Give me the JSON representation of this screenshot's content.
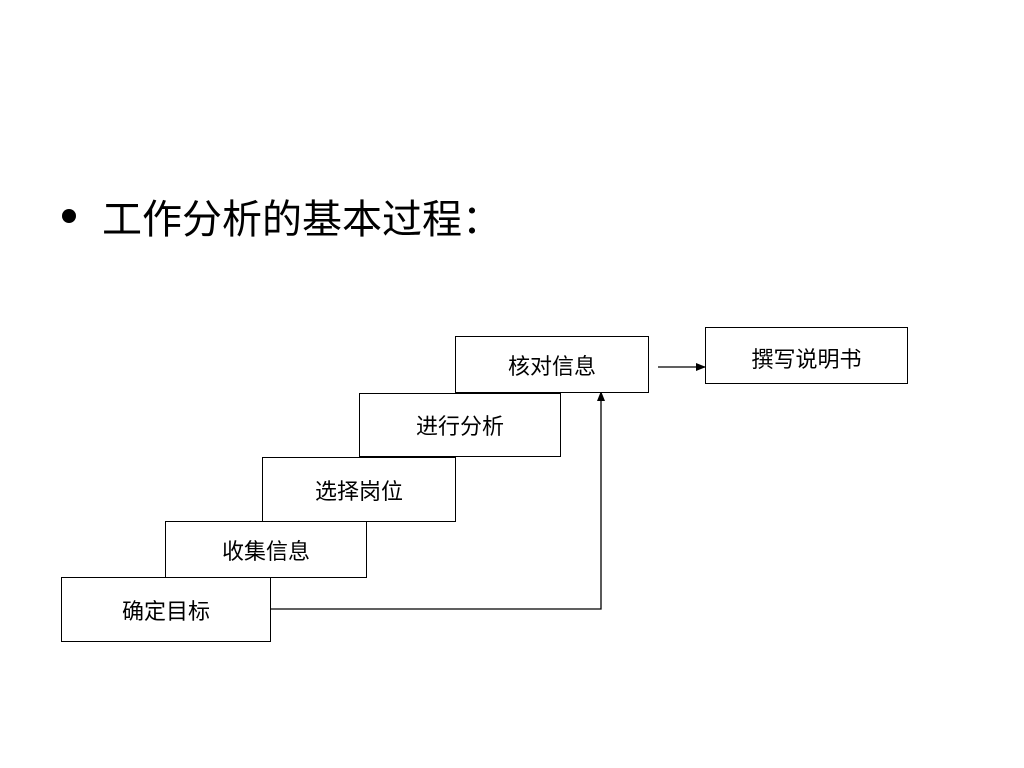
{
  "heading": {
    "text": "工作分析的基本过程："
  },
  "steps": [
    {
      "label": "确定目标"
    },
    {
      "label": "收集信息"
    },
    {
      "label": "选择岗位"
    },
    {
      "label": "进行分析"
    },
    {
      "label": "核对信息"
    }
  ],
  "result": {
    "label": "撰写说明书"
  },
  "colors": {
    "line": "#000000",
    "background": "#ffffff"
  }
}
